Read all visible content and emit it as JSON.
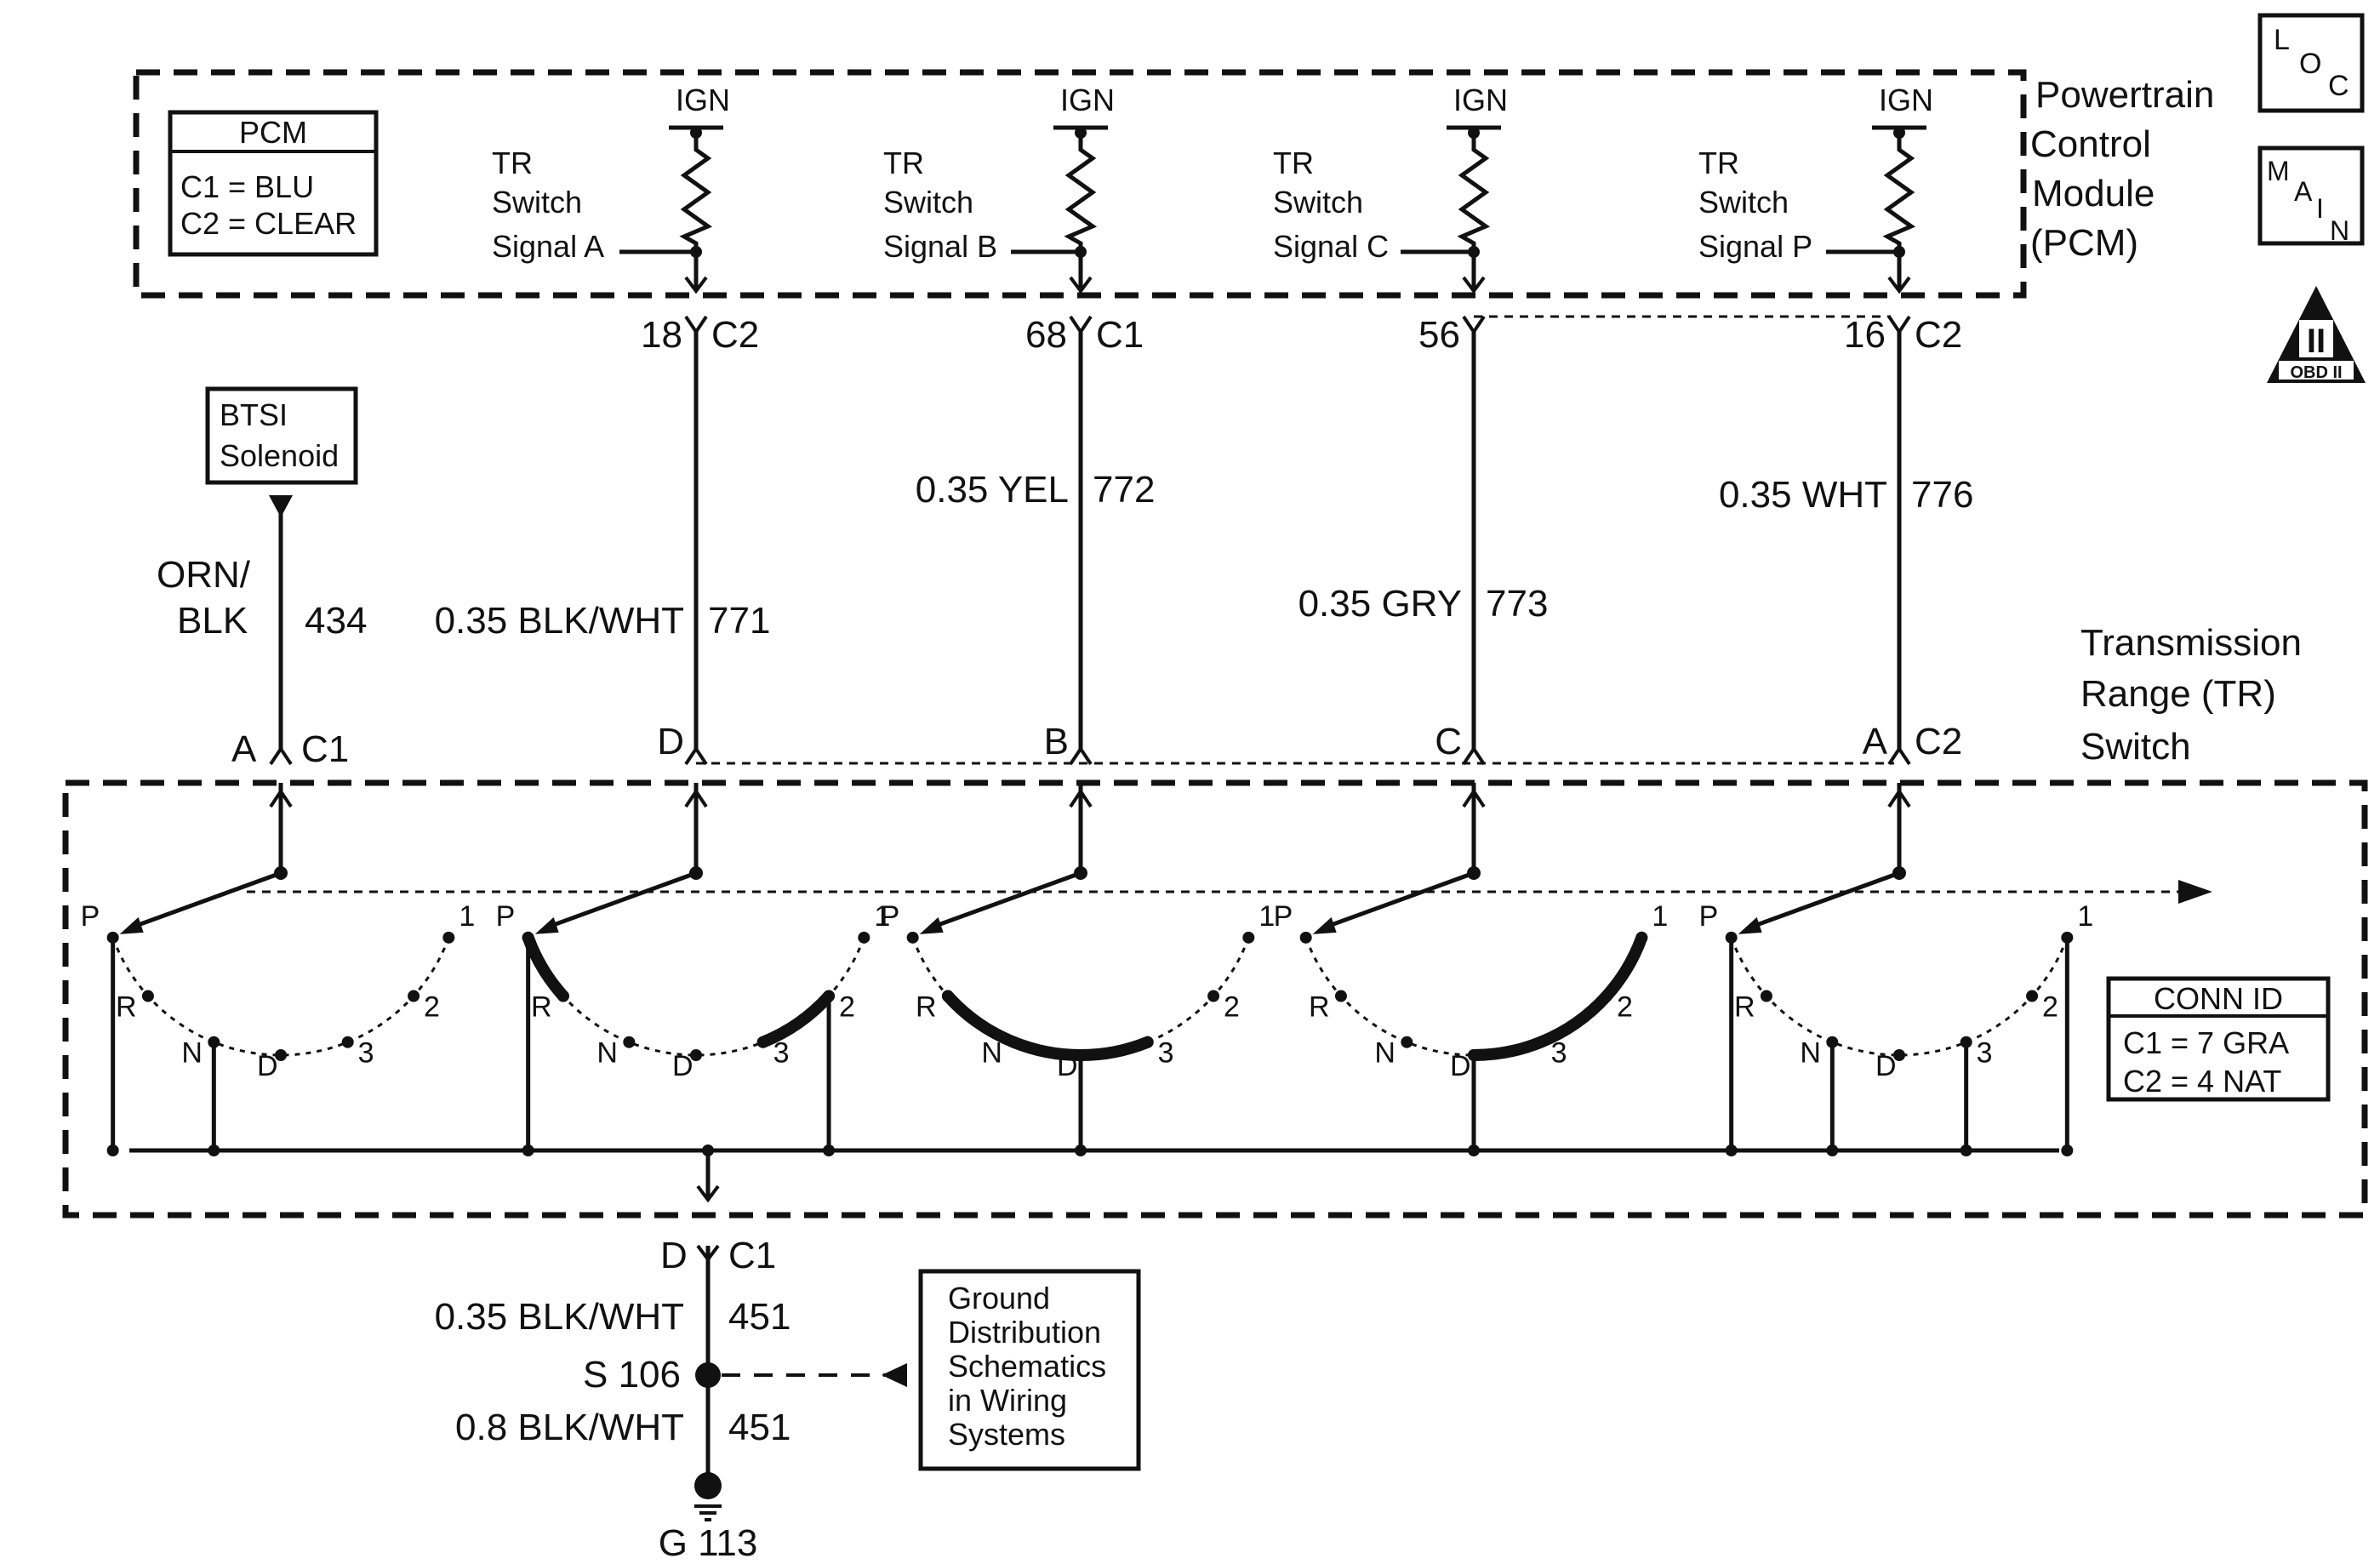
{
  "pcm": {
    "title": "Powertrain",
    "title2": "Control",
    "title3": "Module",
    "title4": "(PCM)",
    "legend_title": "PCM",
    "legend_c1": "C1 = BLU",
    "legend_c2": "C2 = CLEAR"
  },
  "signals": [
    {
      "l1": "TR",
      "l2": "Switch",
      "l3": "Signal",
      "letter": "A",
      "ign": "IGN",
      "pin": "18",
      "conn": "C2",
      "wire": "0.35 BLK/WHT",
      "circuit": "771",
      "tr_pin": "D"
    },
    {
      "l1": "TR",
      "l2": "Switch",
      "l3": "Signal",
      "letter": "B",
      "ign": "IGN",
      "pin": "68",
      "conn": "C1",
      "wire": "0.35 YEL",
      "circuit": "772",
      "tr_pin": "B"
    },
    {
      "l1": "TR",
      "l2": "Switch",
      "l3": "Signal",
      "letter": "C",
      "ign": "IGN",
      "pin": "56",
      "conn": "",
      "wire": "0.35 GRY",
      "circuit": "773",
      "tr_pin": "C"
    },
    {
      "l1": "TR",
      "l2": "Switch",
      "l3": "Signal",
      "letter": "P",
      "ign": "IGN",
      "pin": "16",
      "conn": "C2",
      "wire": "0.35 WHT",
      "circuit": "776",
      "tr_pin": "A",
      "tr_conn": "C2"
    }
  ],
  "btsi": {
    "label1": "BTSI",
    "label2": "Solenoid",
    "wire1": "ORN/",
    "wire2": "BLK",
    "circuit": "434",
    "pin": "A",
    "conn": "C1"
  },
  "tr_switch": {
    "title1": "Transmission",
    "title2": "Range (TR)",
    "title3": "Switch",
    "positions": [
      "P",
      "R",
      "N",
      "D",
      "3",
      "2",
      "1"
    ],
    "conn_title": "CONN ID",
    "conn_c1": "C1 = 7 GRA",
    "conn_c2": "C2 = 4 NAT"
  },
  "ground": {
    "pin": "D",
    "conn": "C1",
    "wire1": "0.35 BLK/WHT",
    "circuit1": "451",
    "splice": "S 106",
    "wire2": "0.8 BLK/WHT",
    "circuit2": "451",
    "ground": "G 113",
    "ref1": "Ground",
    "ref2": "Distribution",
    "ref3": "Schematics",
    "ref4": "in Wiring",
    "ref5": "Systems"
  },
  "icons": {
    "loc": [
      "L",
      "O",
      "C"
    ],
    "main": [
      "M",
      "A",
      "I",
      "N"
    ],
    "obd_numeral": "II",
    "obd_label": "OBD II"
  },
  "colors": {
    "line": "#111111",
    "background": "#ffffff"
  }
}
